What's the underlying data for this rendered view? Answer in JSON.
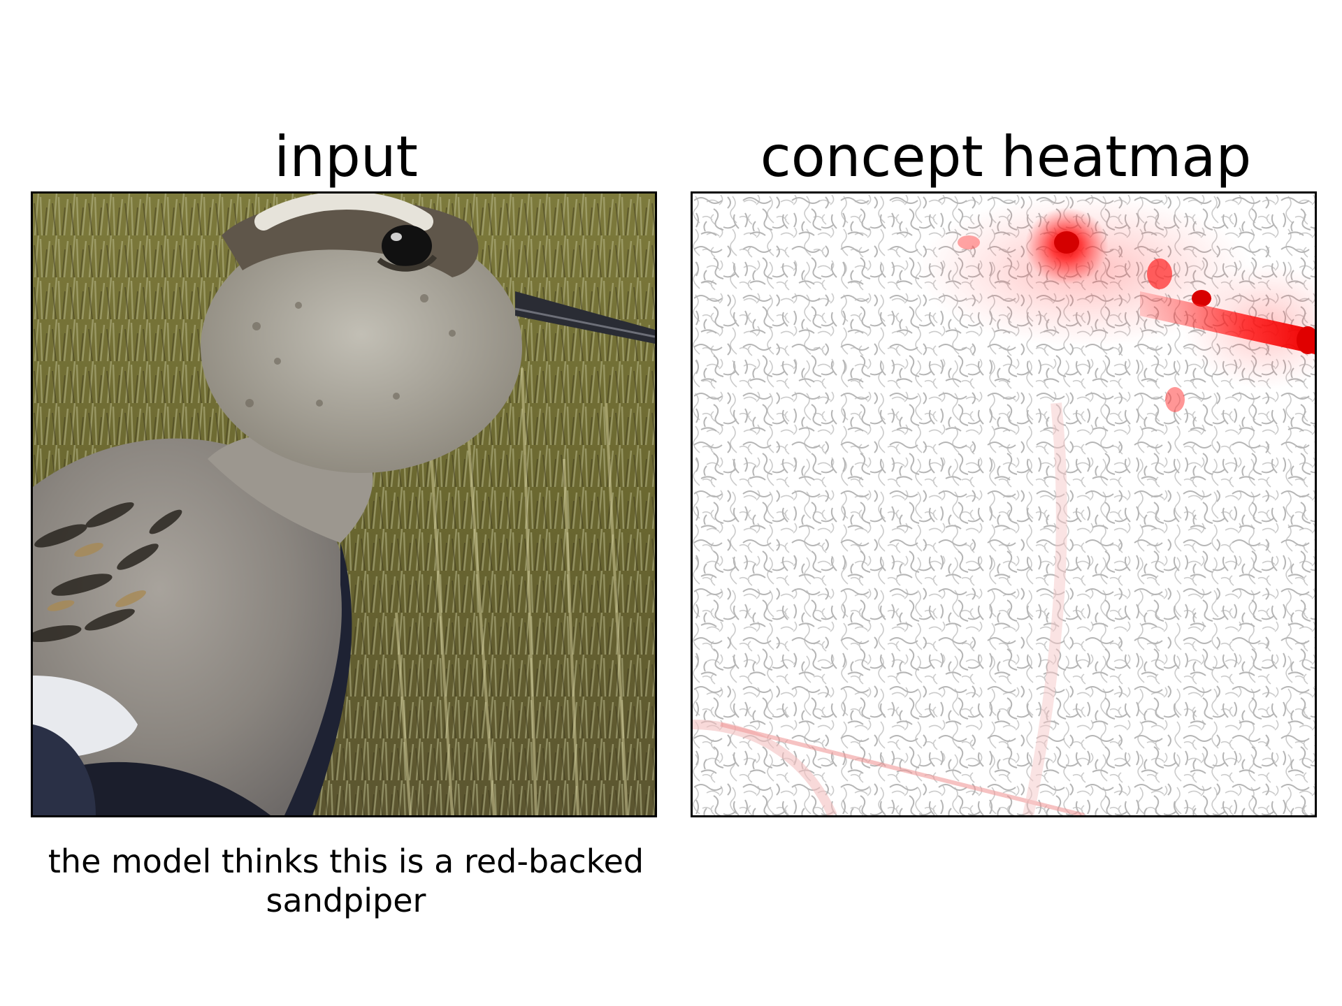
{
  "figure": {
    "input_title": "input",
    "heatmap_title": "concept heatmap",
    "caption": "the model thinks this is a red-backed sandpiper"
  },
  "colors": {
    "heat": "#ff0000",
    "contour": "#9a9a9a",
    "frame": "#000000",
    "grass": "#6e6a2c",
    "bird_body": "#8e8a86",
    "bird_dark": "#1e2233",
    "beak": "#2a2c34"
  }
}
